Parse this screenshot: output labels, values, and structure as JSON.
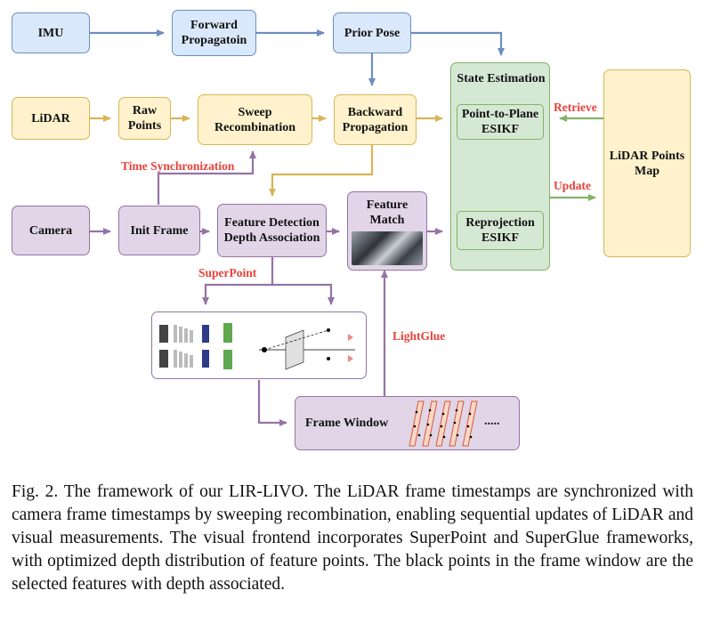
{
  "nodes": {
    "imu": "IMU",
    "forward": "Forward\nPropagatoin",
    "prior_pose": "Prior Pose",
    "lidar": "LiDAR",
    "raw_points": "Raw\nPoints",
    "sweep": "Sweep\nRecombination",
    "backward": "Backward\nPropagation",
    "camera": "Camera",
    "init_frame": "Init Frame",
    "feature_detection": "Feature Detection\nDepth Association",
    "feature_match": "Feature\nMatch",
    "state_estimation": "State Estimation",
    "point_to_plane": "Point-to-Plane\nESIKF",
    "reprojection": "Reprojection\nESIKF",
    "lidar_map": "LiDAR Points\nMap",
    "frame_window": "Frame Window",
    "frame_window_dots": "....."
  },
  "labels": {
    "time_sync": "Time Synchronization",
    "superpoint": "SuperPoint",
    "lightglue": "LightGlue",
    "retrieve": "Retrieve",
    "update": "Update"
  },
  "colors": {
    "blue_arrow": "#6c8ebf",
    "yellow_arrow": "#d6b656",
    "purple_arrow": "#9673a6",
    "green_arrow": "#82b366",
    "label_red": "#e8423b"
  },
  "caption": "Fig. 2.   The framework of our LIR-LIVO. The LiDAR frame timestamps are synchronized with camera frame timestamps by sweeping recombination, enabling sequential updates of LiDAR and visual measurements. The visual frontend incorporates SuperPoint and SuperGlue frameworks, with optimized depth distribution of feature points. The black points in the frame window are the selected features with depth associated."
}
